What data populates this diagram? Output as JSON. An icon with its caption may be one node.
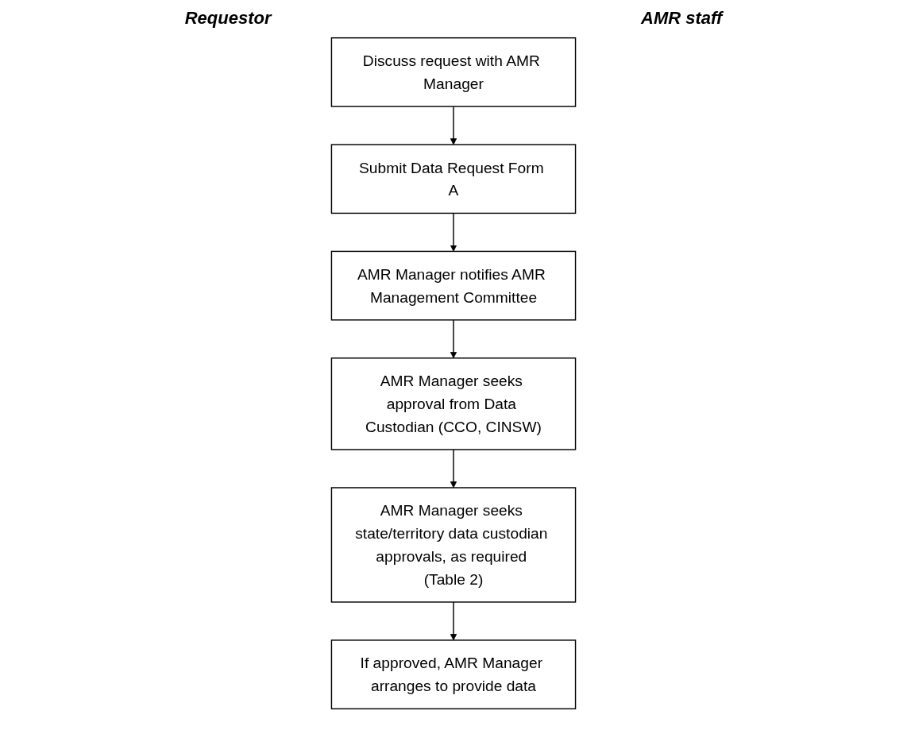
{
  "diagram": {
    "nodes": [
      {
        "text": [
          "Discuss request with AMR Manager"
        ]
      },
      {
        "text": [
          "Submit Data Request Form A"
        ]
      },
      {
        "text": [
          "AMR Manager notifies AMR Management Committee"
        ]
      },
      {
        "text": [
          "AMR Manager seeks approval from Data Custodian (CCO, CINSW)"
        ]
      },
      {
        "text": [
          "AMR Manager seeks state/territory data custodian approvals, as required (Table 2)"
        ]
      },
      {
        "text": [
          "If approved, AMR Manager arranges to provide data"
        ]
      }
    ],
    "edges": [
      {
        "from": 0,
        "to": 1,
        "arrow": "to"
      },
      {
        "from": 1,
        "to": 2,
        "arrow": "to"
      },
      {
        "from": 2,
        "to": 3,
        "arrow": "to"
      },
      {
        "from": 3,
        "to": 4,
        "arrow": "to"
      },
      {
        "from": 4,
        "to": 5,
        "arrow": "to"
      }
    ],
    "labels": [
      "Requestor",
      "AMR staff"
    ]
  }
}
